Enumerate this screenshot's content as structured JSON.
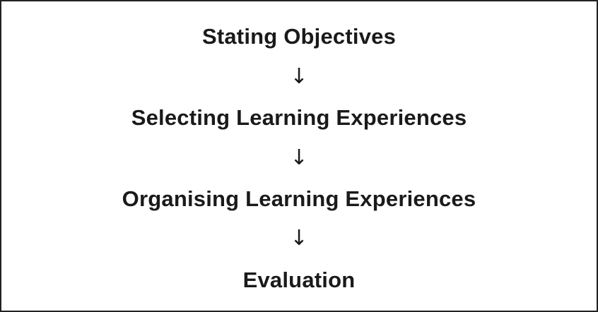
{
  "flow": {
    "steps": [
      "Stating Objectives",
      "Selecting Learning Experiences",
      "Organising Learning Experiences",
      "Evaluation"
    ],
    "arrow_glyph": "↓"
  },
  "colors": {
    "text": "#1a1a1a",
    "border": "#222222",
    "background": "#ffffff"
  }
}
